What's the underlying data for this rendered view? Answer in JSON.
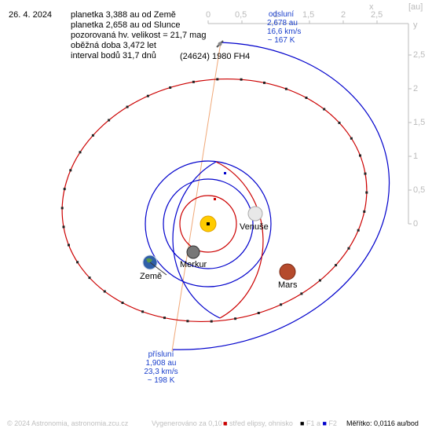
{
  "header": {
    "date": "26. 4. 2024",
    "lines": [
      "planetka 3,388 au od Země",
      "planetka 2,658 au od Slunce",
      "pozorovaná hv. velikost = 21,7 mag",
      "oběžná doba 3,472 let",
      "interval bodů 31,7 dnů"
    ]
  },
  "asteroid": {
    "label": "(24624) 1980 FH4"
  },
  "aphelion": {
    "title": "odsluní",
    "distance": "2,678 au",
    "speed": "16,6 km/s",
    "temperature": "~ 167 K"
  },
  "perihelion": {
    "title": "přísluní",
    "distance": "1,908 au",
    "speed": "23,3 km/s",
    "temperature": "~ 198 K"
  },
  "axes": {
    "x_ticks": [
      "0",
      "0,5",
      "1",
      "1,5",
      "2",
      "2,5"
    ],
    "x_name": "x",
    "unit": "[au]",
    "y_ticks": [
      "2,5",
      "2",
      "1,5",
      "1",
      "0,5",
      "0"
    ],
    "y_name": "y"
  },
  "planets": {
    "venus": "Venuše",
    "mercury": "Merkur",
    "earth": "Země",
    "mars": "Mars"
  },
  "footer": {
    "copyright": "© 2024 Astronomia, astronomia.zcu.cz",
    "generated": "Vygenerováno za 0,10 s",
    "center_legend": "střed elipsy, ohnisko",
    "focus_legend": "F1 a",
    "focus2": "F2",
    "scale": "Měřítko: 0,0116 au/bod"
  },
  "colors": {
    "orbit_red": "#cc0000",
    "orbit_blue": "#0000cc",
    "apsis_line": "#f0a878",
    "axis_gray": "#bbbbbb",
    "info_blue": "#1a3fcc"
  }
}
